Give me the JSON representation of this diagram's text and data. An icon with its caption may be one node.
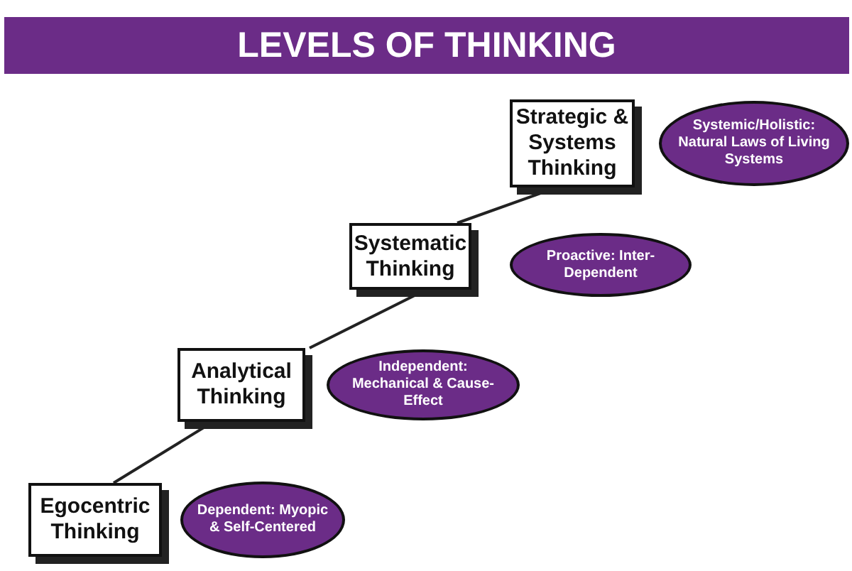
{
  "diagram": {
    "title": "LEVELS OF THINKING",
    "nodes": [
      {
        "text": [
          "Strategic & Systems Thinking"
        ]
      },
      {
        "text": [
          "Systemic/Holistic: Natural Laws of Living Systems"
        ]
      },
      {
        "text": [
          "Systematic Thinking"
        ]
      },
      {
        "text": [
          "Proactive: Inter-Dependent"
        ]
      },
      {
        "text": [
          "Analytical Thinking"
        ]
      },
      {
        "text": [
          "Independent: Mechanical & Cause-Effect"
        ]
      },
      {
        "text": [
          "Egocentric Thinking"
        ]
      },
      {
        "text": [
          "Dependent: Myopic & Self-Centered"
        ]
      }
    ],
    "edges": [
      {
        "from": 6,
        "to": 4,
        "arrow": "none"
      },
      {
        "from": 4,
        "to": 2,
        "arrow": "none"
      },
      {
        "from": 2,
        "to": 0,
        "arrow": "none"
      }
    ]
  }
}
